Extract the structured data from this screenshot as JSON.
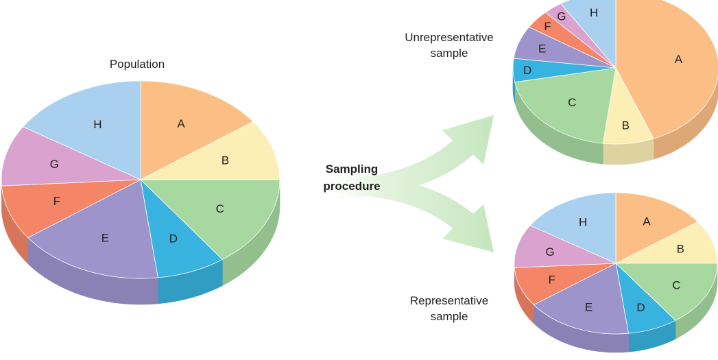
{
  "colors": {
    "A": "#fbbf86",
    "B": "#fbefb6",
    "C": "#a7d8a0",
    "D": "#38b2de",
    "E": "#9d94cc",
    "F": "#f48567",
    "G": "#d9a2cf",
    "H": "#a9d0ef",
    "arrow": "#c9e8c1"
  },
  "population": {
    "title": "Population",
    "slices": [
      {
        "label": "A",
        "share": 0.15
      },
      {
        "label": "B",
        "share": 0.1
      },
      {
        "label": "C",
        "share": 0.15
      },
      {
        "label": "D",
        "share": 0.08
      },
      {
        "label": "E",
        "share": 0.17
      },
      {
        "label": "F",
        "share": 0.09
      },
      {
        "label": "G",
        "share": 0.1
      },
      {
        "label": "H",
        "share": 0.16
      }
    ]
  },
  "procedure": {
    "line1": "Sampling",
    "line2": "procedure"
  },
  "unrepresentative": {
    "title_line1": "Unrepresentative",
    "title_line2": "sample",
    "slices": [
      {
        "label": "A",
        "share": 0.44
      },
      {
        "label": "B",
        "share": 0.08
      },
      {
        "label": "C",
        "share": 0.2
      },
      {
        "label": "D",
        "share": 0.05
      },
      {
        "label": "E",
        "share": 0.07
      },
      {
        "label": "F",
        "share": 0.04
      },
      {
        "label": "G",
        "share": 0.03
      },
      {
        "label": "H",
        "share": 0.09
      }
    ]
  },
  "representative": {
    "title_line1": "Representative",
    "title_line2": "sample",
    "slices": [
      {
        "label": "A",
        "share": 0.15
      },
      {
        "label": "B",
        "share": 0.1
      },
      {
        "label": "C",
        "share": 0.15
      },
      {
        "label": "D",
        "share": 0.08
      },
      {
        "label": "E",
        "share": 0.17
      },
      {
        "label": "F",
        "share": 0.09
      },
      {
        "label": "G",
        "share": 0.1
      },
      {
        "label": "H",
        "share": 0.16
      }
    ]
  }
}
